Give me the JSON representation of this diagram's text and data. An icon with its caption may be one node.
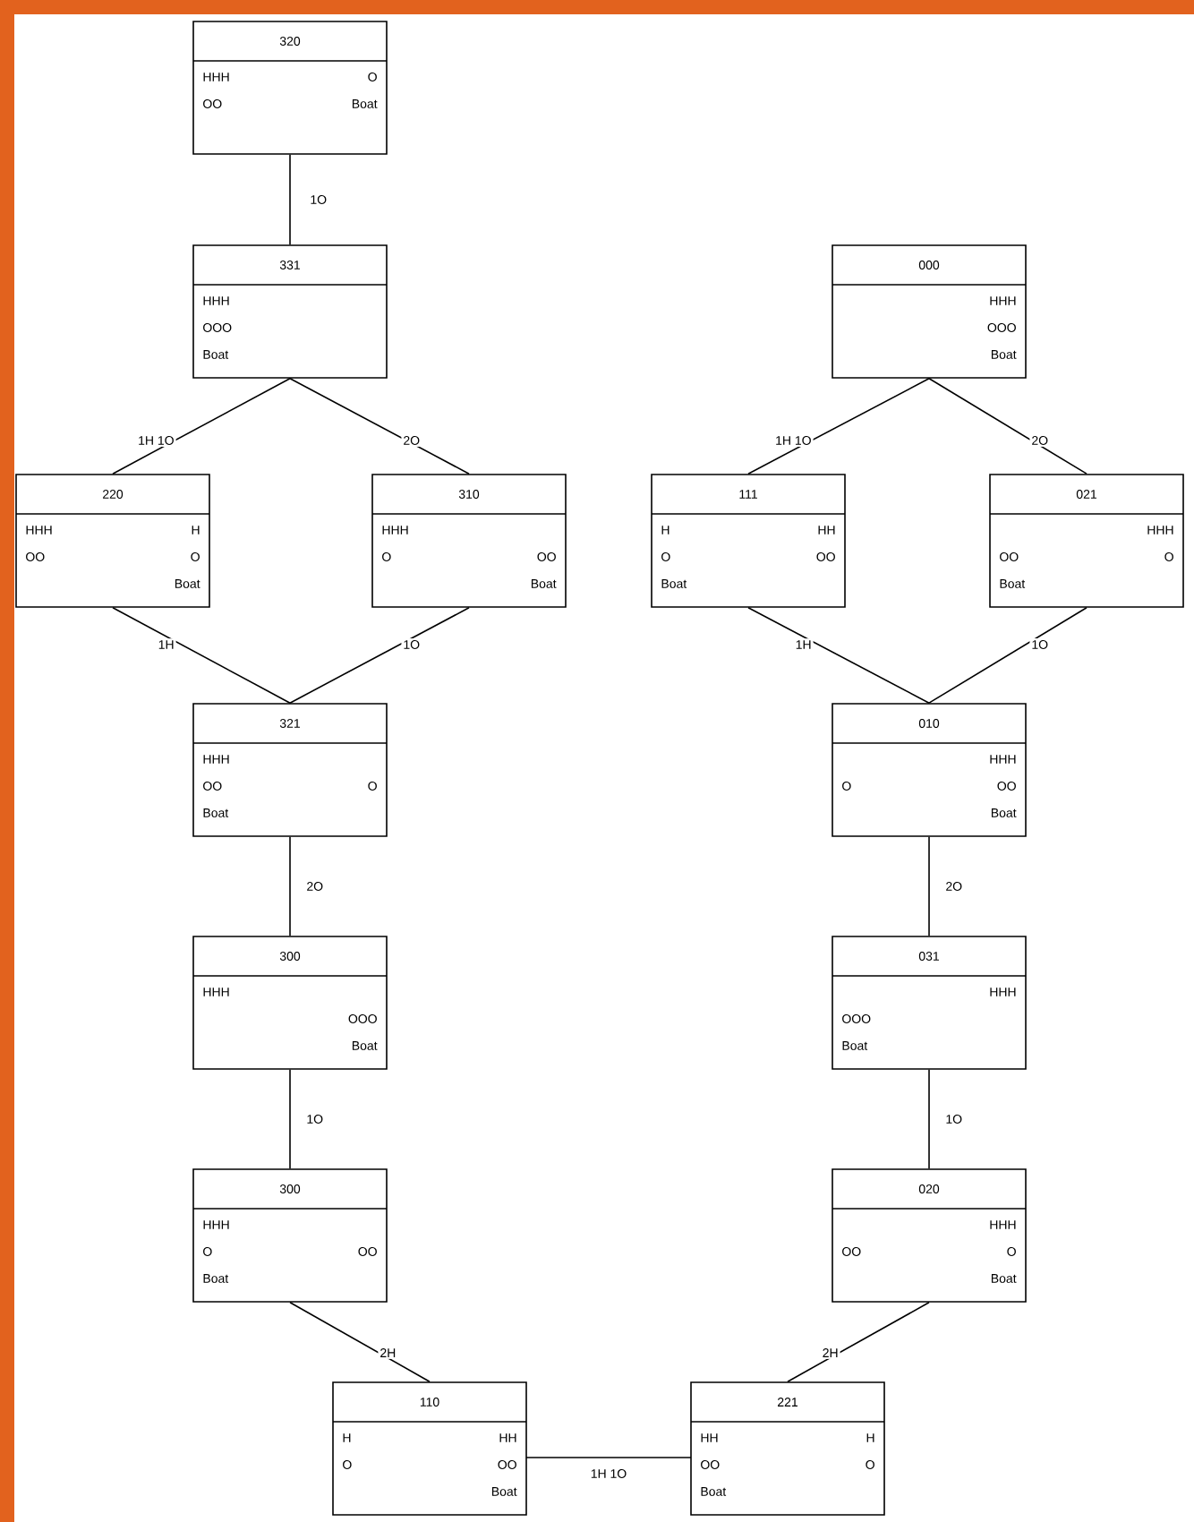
{
  "diagram": {
    "nodes": [
      {
        "text": [
          "320",
          "HHH",
          "O",
          "OO",
          "Boat"
        ]
      },
      {
        "text": [
          "331",
          "HHH",
          "OOO",
          "Boat"
        ]
      },
      {
        "text": [
          "000",
          "HHH",
          "OOO",
          "Boat"
        ]
      },
      {
        "text": [
          "220",
          "HHH",
          "H",
          "OO",
          "O",
          "Boat"
        ]
      },
      {
        "text": [
          "310",
          "HHH",
          "O",
          "OO",
          "Boat"
        ]
      },
      {
        "text": [
          "111",
          "H",
          "HH",
          "O",
          "OO",
          "Boat"
        ]
      },
      {
        "text": [
          "021",
          "HHH",
          "OO",
          "O",
          "Boat"
        ]
      },
      {
        "text": [
          "321",
          "HHH",
          "OO",
          "O",
          "Boat"
        ]
      },
      {
        "text": [
          "010",
          "HHH",
          "O",
          "OO",
          "Boat"
        ]
      },
      {
        "text": [
          "300",
          "HHH",
          "OOO",
          "Boat"
        ]
      },
      {
        "text": [
          "031",
          "HHH",
          "OOO",
          "Boat"
        ]
      },
      {
        "text": [
          "300",
          "HHH",
          "O",
          "OO",
          "Boat"
        ]
      },
      {
        "text": [
          "020",
          "HHH",
          "OO",
          "O",
          "Boat"
        ]
      },
      {
        "text": [
          "110",
          "H",
          "HH",
          "O",
          "OO",
          "Boat"
        ]
      },
      {
        "text": [
          "221",
          "HH",
          "H",
          "OO",
          "O",
          "Boat"
        ]
      }
    ],
    "edges": [
      {
        "from": 0,
        "to": 1,
        "arrow": "none",
        "label": "1O"
      },
      {
        "from": 1,
        "to": 3,
        "arrow": "none",
        "label": "1H 1O"
      },
      {
        "from": 1,
        "to": 4,
        "arrow": "none",
        "label": "2O"
      },
      {
        "from": 3,
        "to": 7,
        "arrow": "none",
        "label": "1H"
      },
      {
        "from": 4,
        "to": 7,
        "arrow": "none",
        "label": "1O"
      },
      {
        "from": 7,
        "to": 9,
        "arrow": "none",
        "label": "2O"
      },
      {
        "from": 9,
        "to": 11,
        "arrow": "none",
        "label": "1O"
      },
      {
        "from": 11,
        "to": 13,
        "arrow": "none",
        "label": "2H"
      },
      {
        "from": 13,
        "to": 14,
        "arrow": "none",
        "label": "1H 1O"
      },
      {
        "from": 2,
        "to": 5,
        "arrow": "none",
        "label": "1H 1O"
      },
      {
        "from": 2,
        "to": 6,
        "arrow": "none",
        "label": "2O"
      },
      {
        "from": 5,
        "to": 8,
        "arrow": "none",
        "label": "1H"
      },
      {
        "from": 6,
        "to": 8,
        "arrow": "none",
        "label": "1O"
      },
      {
        "from": 8,
        "to": 10,
        "arrow": "none",
        "label": "2O"
      },
      {
        "from": 10,
        "to": 12,
        "arrow": "none",
        "label": "1O"
      },
      {
        "from": 12,
        "to": 14,
        "arrow": "none",
        "label": "2H"
      }
    ]
  }
}
